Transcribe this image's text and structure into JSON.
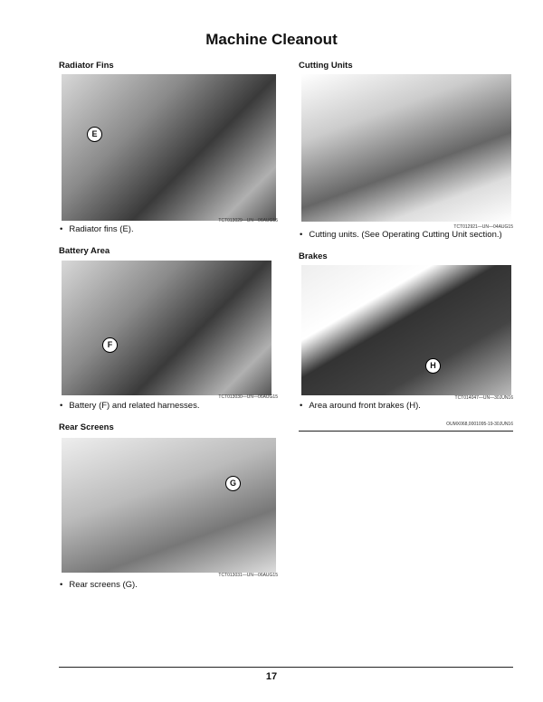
{
  "title": "Machine Cleanout",
  "sections": [
    {
      "heading": "Radiator Fins",
      "ref": "TCT013029—UN—06AUG15",
      "callout": "E",
      "bullet": "Radiator fins (E)."
    },
    {
      "heading": "Battery Area",
      "ref": "TCT013030—UN—06AUG15",
      "callout": "F",
      "bullet": "Battery (F) and related harnesses."
    },
    {
      "heading": "Rear Screens",
      "ref": "TCT013031—UN—06AUG15",
      "callout": "G",
      "bullet": "Rear screens (G)."
    },
    {
      "heading": "Cutting Units",
      "ref": "TCT012921—UN—04AUG15",
      "bullet": "Cutting units. (See Operating Cutting Unit section.)"
    },
    {
      "heading": "Brakes",
      "ref": "TCT014047—UN—30JUN16",
      "callout": "H",
      "bullet": "Area around front brakes (H)."
    }
  ],
  "doc_ref": "OUMX068,0001095-19-30JUN16",
  "page_number": "17"
}
